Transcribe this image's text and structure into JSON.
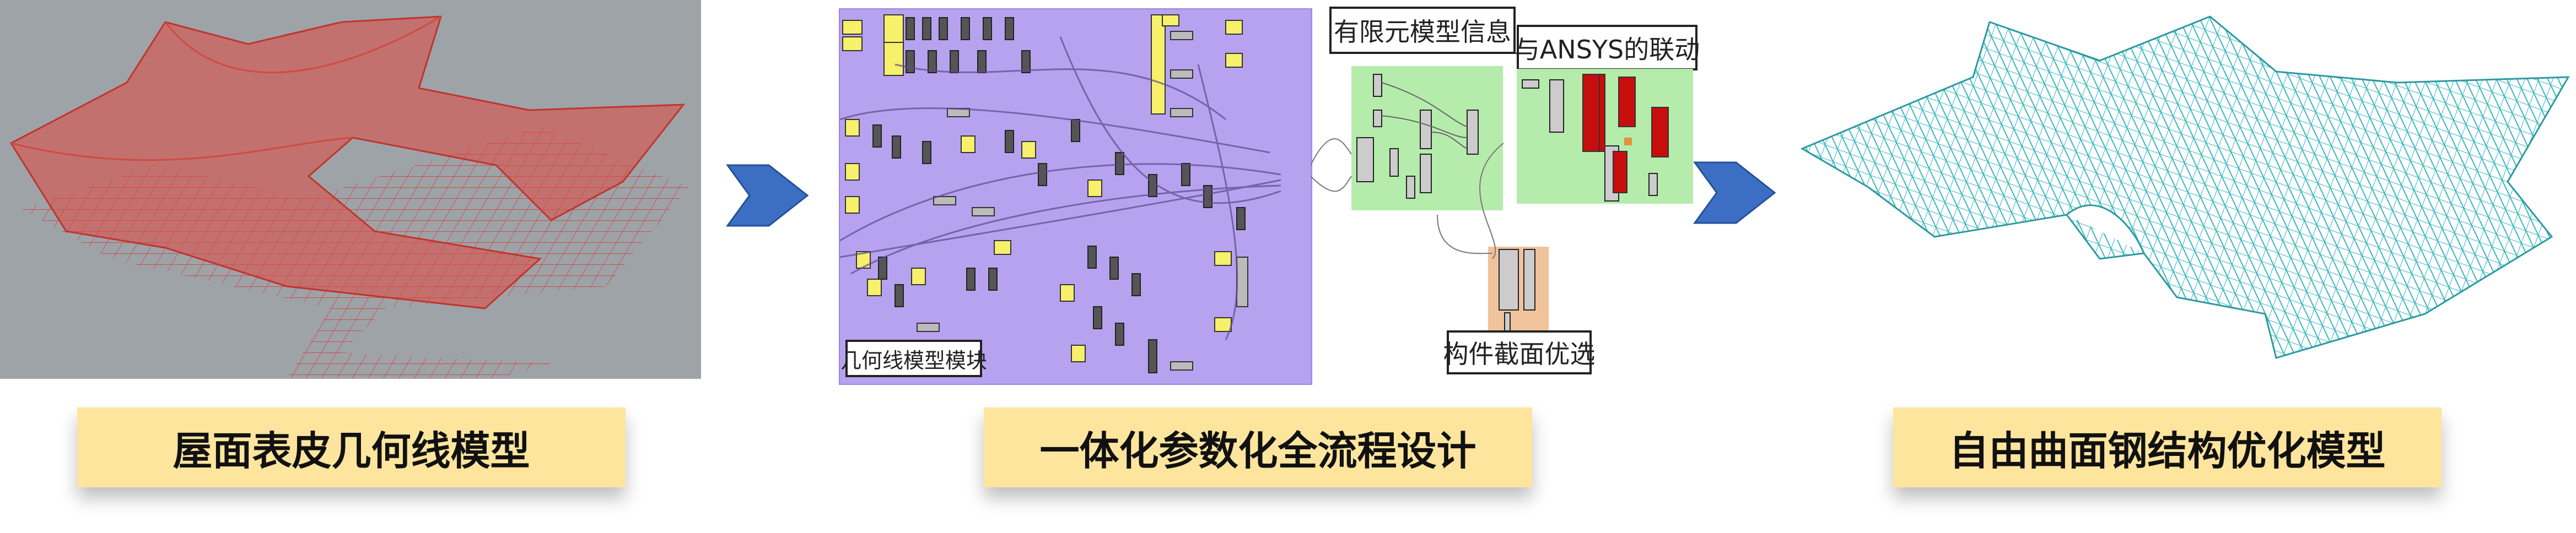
{
  "labels": {
    "step1": "屋面表皮几何线模型",
    "step2": "一体化参数化全流程设计",
    "step3": "自由曲面钢结构优化模型"
  },
  "diagram_tags": {
    "geometry_module": "几何线模型模块",
    "fem_info": "有限元模型信息",
    "ansys_link": "与ANSYS的联动",
    "section_optimization": "构件截面优选"
  },
  "colors": {
    "arrow": "#3c6fc4",
    "label_bg": "#fde59e",
    "surface": "#e0493f",
    "mesh": "#35b5bd"
  }
}
